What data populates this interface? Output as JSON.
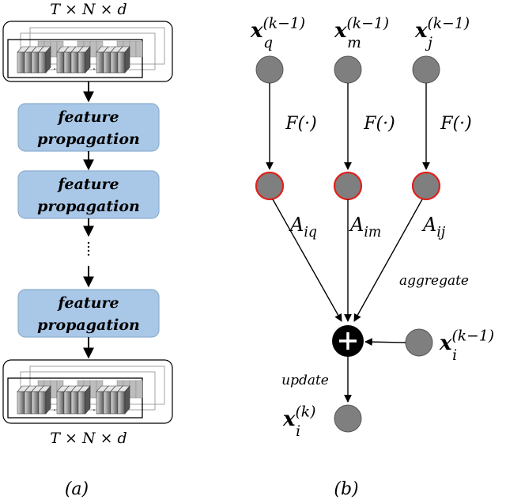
{
  "panel_a": {
    "top_dim": "T × N × d",
    "bottom_dim": "T × N × d",
    "blocks": [
      {
        "line1": "feature",
        "line2": "propagation"
      },
      {
        "line1": "feature",
        "line2": "propagation"
      },
      {
        "line1": "feature",
        "line2": "propagation"
      }
    ],
    "ellipsis_v": "⋮",
    "caption": "(a)",
    "colors": {
      "block_fill": "#a9c7e6",
      "block_stroke": "#8eaed0"
    }
  },
  "panel_b": {
    "sources": [
      {
        "base": "x",
        "sub": "q",
        "sup": "(k−1)"
      },
      {
        "base": "x",
        "sub": "m",
        "sup": "(k−1)"
      },
      {
        "base": "x",
        "sub": "j",
        "sup": "(k−1)"
      }
    ],
    "transform_label": "F(·)",
    "weights": [
      {
        "base": "A",
        "sub": "iq"
      },
      {
        "base": "A",
        "sub": "im"
      },
      {
        "base": "A",
        "sub": "ij"
      }
    ],
    "aggregate_label": "aggregate",
    "update_label": "update",
    "self_node": {
      "base": "x",
      "sub": "i",
      "sup": "(k−1)"
    },
    "output_node": {
      "base": "x",
      "sub": "i",
      "sup": "(k)"
    },
    "caption": "(b)",
    "colors": {
      "node_fill": "#7f7f7f",
      "node_highlight_stroke": "#e0201b",
      "sum_fill": "#000000"
    }
  }
}
